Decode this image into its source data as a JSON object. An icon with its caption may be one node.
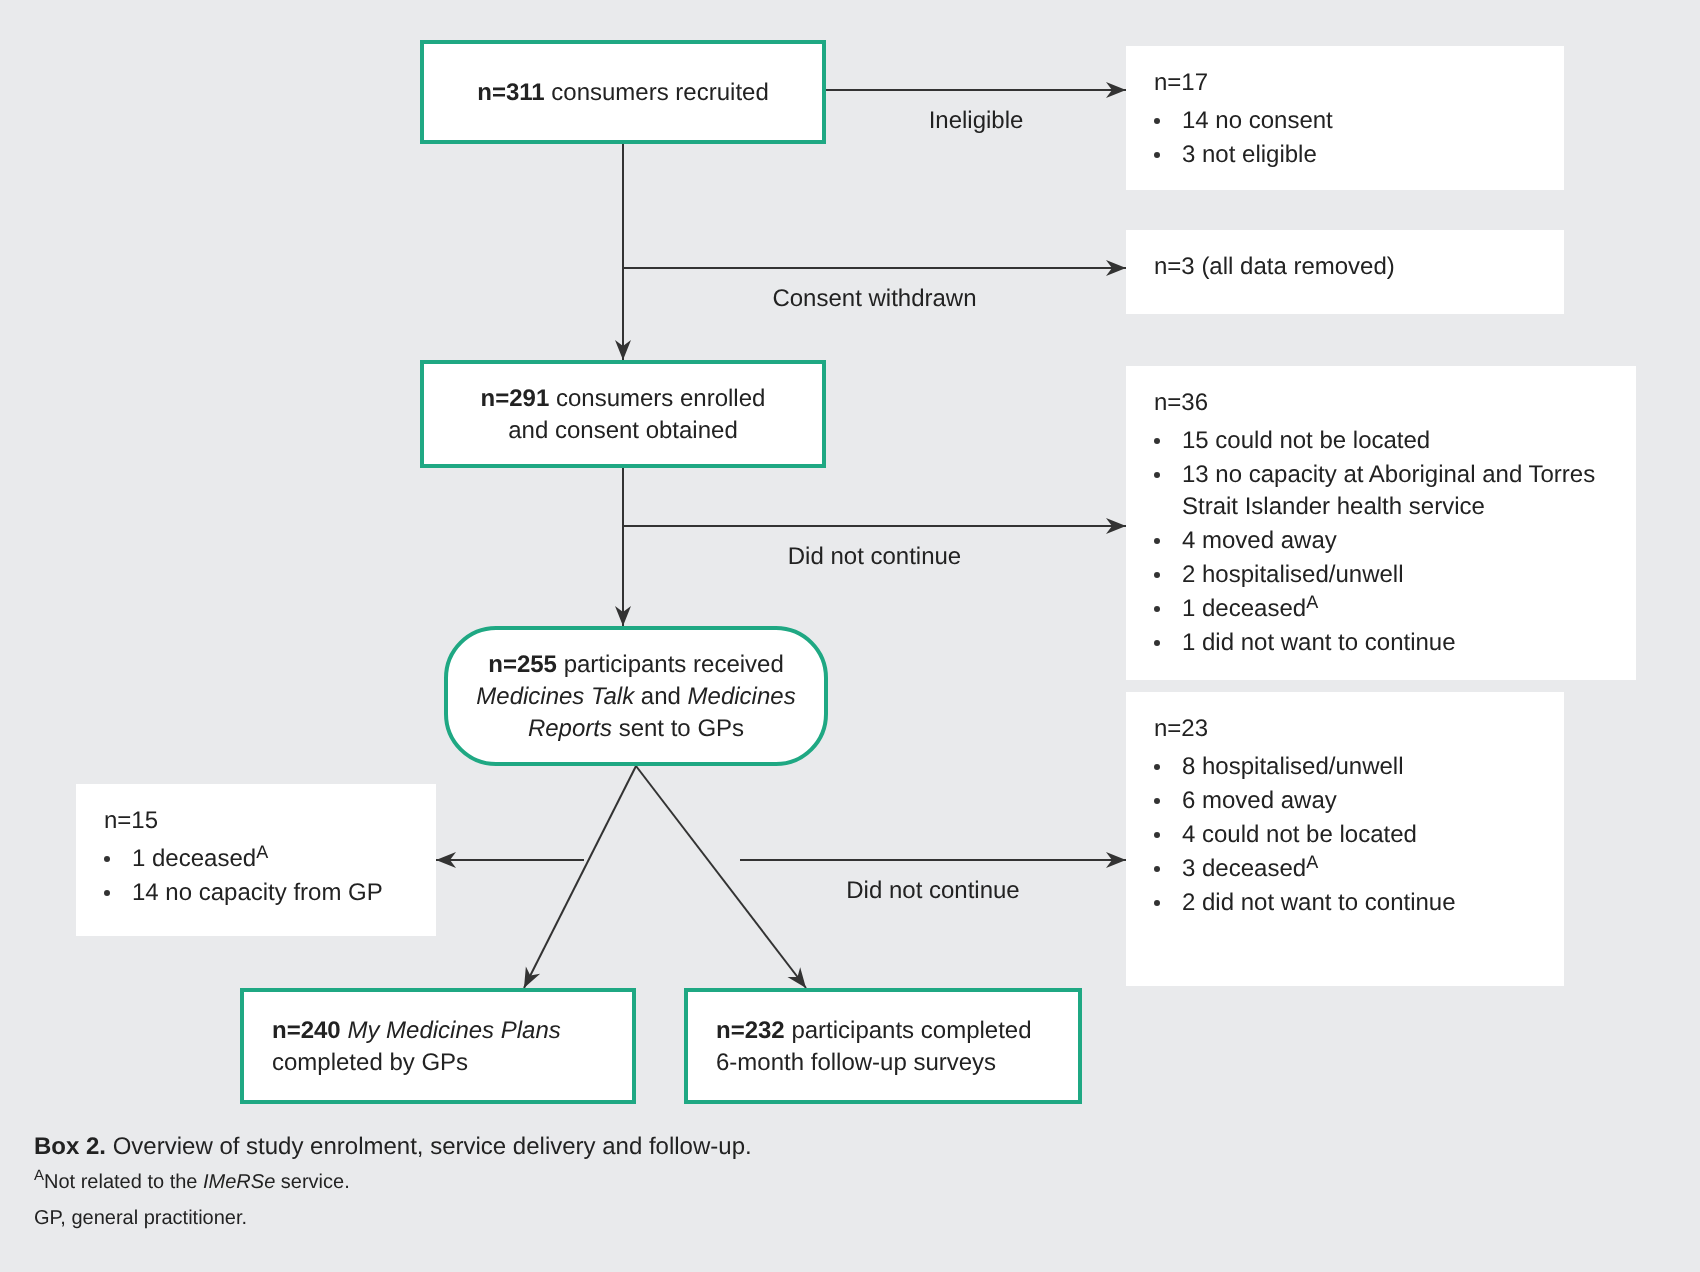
{
  "diagram": {
    "caption": "**Box 2.** Overview of study enrolment, service delivery and follow-up.",
    "nodes": [
      {
        "text": [
          "**n=311** consumers recruited"
        ]
      },
      {
        "text": [
          "n=17",
          "14 no consent",
          "3 not eligible"
        ]
      },
      {
        "text": [
          "n=3 (all data removed)"
        ]
      },
      {
        "text": [
          "**n=291** consumers enrolled and consent obtained"
        ]
      },
      {
        "text": [
          "n=36",
          "15 could not be located",
          "13 no capacity at Aboriginal and Torres Strait Islander health service",
          "4 moved away",
          "2 hospitalised/unwell",
          "1 deceased$^{A}$",
          "1 did not want to continue"
        ]
      },
      {
        "text": [
          "**n=255** participants received *Medicines Talk* and *Medicines Reports* sent to GPs"
        ]
      },
      {
        "text": [
          "n=15",
          "1 deceased$^{A}$",
          "14 no capacity from GP"
        ]
      },
      {
        "text": [
          "n=23",
          "8 hospitalised/unwell",
          "6 moved away",
          "4 could not be located",
          "3 deceased$^{A}$",
          "2 did not want to continue"
        ]
      },
      {
        "text": [
          "**n=240** *My Medicines Plans* completed by GPs"
        ]
      },
      {
        "text": [
          "**n=232** participants completed 6-month follow-up surveys"
        ]
      }
    ],
    "edges": [
      {
        "from": 0,
        "to": 1,
        "arrow": "to",
        "label": "Ineligible"
      },
      {
        "from": 0,
        "to": 2,
        "arrow": "to",
        "label": "Consent withdrawn"
      },
      {
        "from": 0,
        "to": 3,
        "arrow": "to"
      },
      {
        "from": 3,
        "to": 4,
        "arrow": "to",
        "label": "Did not continue"
      },
      {
        "from": 3,
        "to": 5,
        "arrow": "to"
      },
      {
        "from": null,
        "to": 6,
        "arrow": "to"
      },
      {
        "from": null,
        "to": 7,
        "arrow": "to",
        "label": "Did not continue"
      },
      {
        "from": 5,
        "to": 8,
        "arrow": "to"
      },
      {
        "from": 5,
        "to": 9,
        "arrow": "to"
      }
    ],
    "labels": [
      "$^{A}$Not related to the *IMeRSe* service.",
      "GP, general practitioner."
    ]
  }
}
